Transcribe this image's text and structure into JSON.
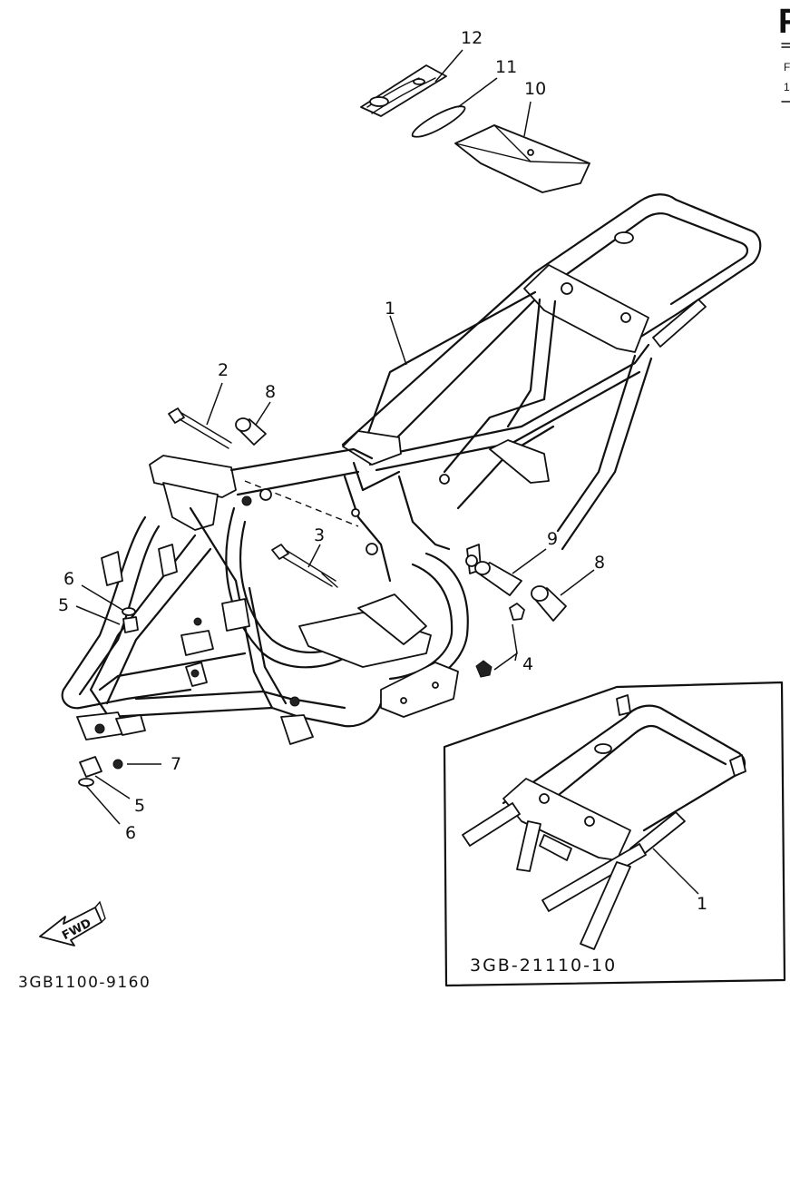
{
  "header": {
    "corner_letter": "F",
    "corner_line1": "F",
    "corner_line2": "1"
  },
  "callouts": [
    {
      "id": "c12",
      "text": "12"
    },
    {
      "id": "c11",
      "text": "11"
    },
    {
      "id": "c10",
      "text": "10"
    },
    {
      "id": "c1",
      "text": "1"
    },
    {
      "id": "c2",
      "text": "2"
    },
    {
      "id": "c8a",
      "text": "8"
    },
    {
      "id": "c3",
      "text": "3"
    },
    {
      "id": "c9",
      "text": "9"
    },
    {
      "id": "c8b",
      "text": "8"
    },
    {
      "id": "c6a",
      "text": "6"
    },
    {
      "id": "c5a",
      "text": "5"
    },
    {
      "id": "c4",
      "text": "4"
    },
    {
      "id": "c7",
      "text": "7"
    },
    {
      "id": "c5b",
      "text": "5"
    },
    {
      "id": "c6b",
      "text": "6"
    }
  ],
  "inset": {
    "callout_1": "1",
    "part_code": "3GB-21110-10"
  },
  "fwd_arrow": {
    "label": "FWD"
  },
  "diagram_code": "3GB1100-9160",
  "colors": {
    "ink": "#111111",
    "paper": "#ffffff"
  }
}
